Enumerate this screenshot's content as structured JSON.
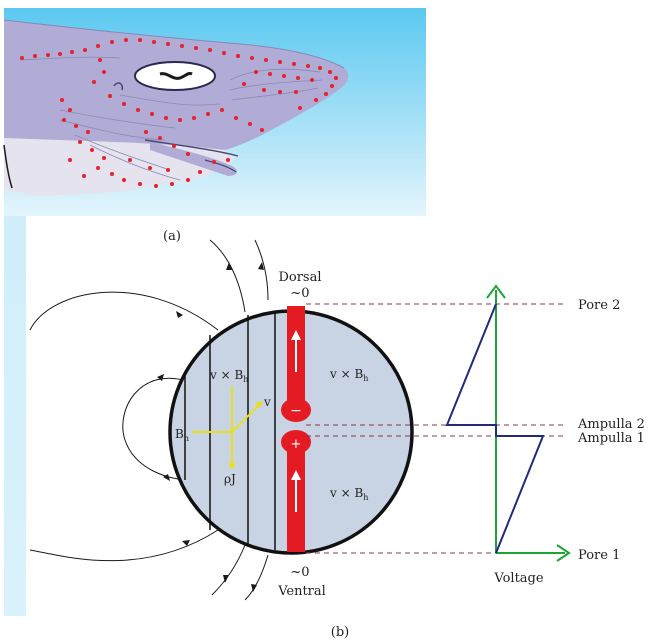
{
  "panel_a": {
    "caption": "(a)"
  },
  "panel_b": {
    "caption": "(b)",
    "dorsal": "Dorsal",
    "dorsal_value": "~0",
    "ventral": "Ventral",
    "ventral_value": "~0",
    "vxb_left": "v × B",
    "vxb_left_sub": "h",
    "vxb_right_top": "v × B",
    "vxb_right_top_sub": "h",
    "vxb_right_bottom": "v × B",
    "vxb_right_bottom_sub": "h",
    "v_label": "v",
    "bh_label": "B",
    "bh_sub": "h",
    "rhoj_label": "ρJ",
    "minus_sign": "−",
    "plus_sign": "+",
    "pore2": "Pore 2",
    "ampulla2": "Ampulla 2",
    "ampulla1": "Ampulla 1",
    "pore1": "Pore 1",
    "voltage": "Voltage"
  },
  "colors": {
    "sky_blue": "#5bc8f0",
    "shark_body": "#b0acd6",
    "shark_belly": "#e4e3ee",
    "dot_red": "#e8202a",
    "disk_fill": "#c8d3e3",
    "channel_red": "#e41b23",
    "arrow_green": "#1ea337",
    "trace_navy": "#232a7a",
    "dashed_maroon": "#8a3a4a",
    "vector_yellow": "#e8e01a"
  }
}
